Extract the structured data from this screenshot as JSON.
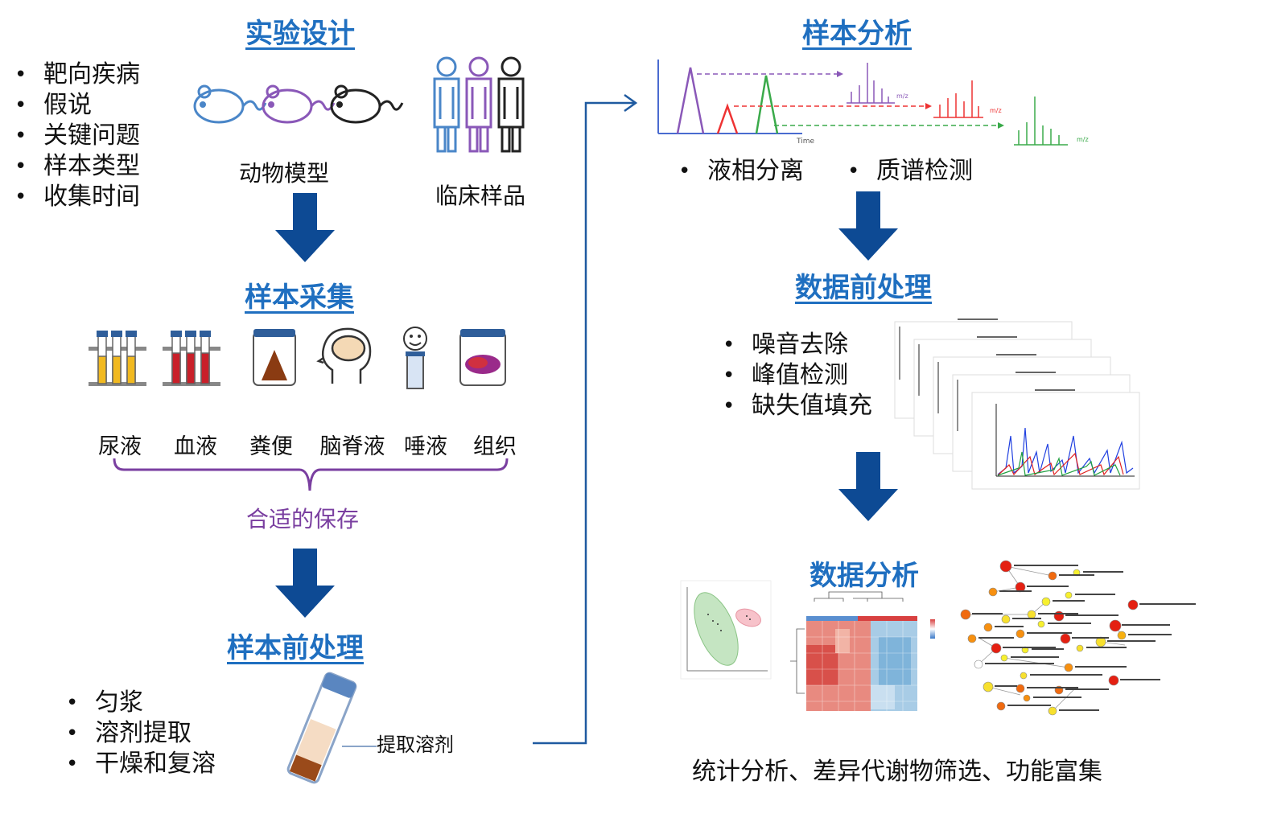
{
  "experimental_design": {
    "title": "实验设计",
    "bullets": [
      "靶向疾病",
      "假说",
      "关键问题",
      "样本类型",
      "收集时间"
    ],
    "animal_label": "动物模型",
    "clinical_label": "临床样品"
  },
  "sample_collection": {
    "title": "样本采集",
    "samples": [
      "尿液",
      "血液",
      "粪便",
      "脑脊液",
      "唾液",
      "组织"
    ],
    "storage_label": "合适的保存"
  },
  "sample_prep": {
    "title": "样本前处理",
    "bullets": [
      "匀浆",
      "溶剂提取",
      "干燥和复溶"
    ],
    "tube_label": "提取溶剂"
  },
  "sample_analysis": {
    "title": "样本分析",
    "bullets": [
      "液相分离",
      "质谱检测"
    ],
    "axis_time": "Time",
    "axis_mz": "m/z"
  },
  "data_preprocessing": {
    "title": "数据前处理",
    "bullets": [
      "噪音去除",
      "峰值检测",
      "缺失值填充"
    ]
  },
  "data_analysis": {
    "title": "数据分析",
    "caption": "统计分析、差异代谢物筛选、功能富集"
  },
  "colors": {
    "title_blue": "#1f6fc0",
    "arrow_navy": "#0d4a94",
    "storage_purple": "#7a3fa0"
  }
}
